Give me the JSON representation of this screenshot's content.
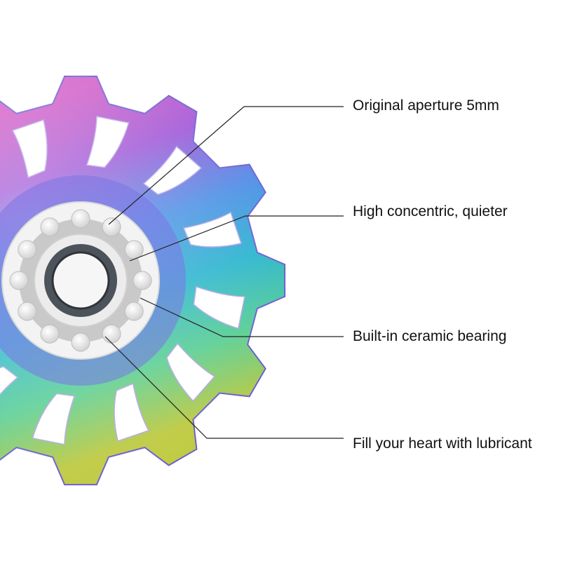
{
  "callouts": [
    {
      "label": "Original aperture 5mm"
    },
    {
      "label": "High concentric, quieter"
    },
    {
      "label": "Built-in ceramic bearing"
    },
    {
      "label": "Fill your heart with lubricant"
    }
  ],
  "colors": {
    "background": "#ffffff",
    "gradient": [
      "#b06ad8",
      "#d35bc6",
      "#9a4fd0",
      "#3c8fe0",
      "#2ab9c8",
      "#6ad08a",
      "#b8c84a"
    ],
    "bearing_race": "#f2f2f2",
    "ball": "#fbfbfb",
    "inner_ring": "#4a4f57",
    "leader_line": "#222222"
  }
}
